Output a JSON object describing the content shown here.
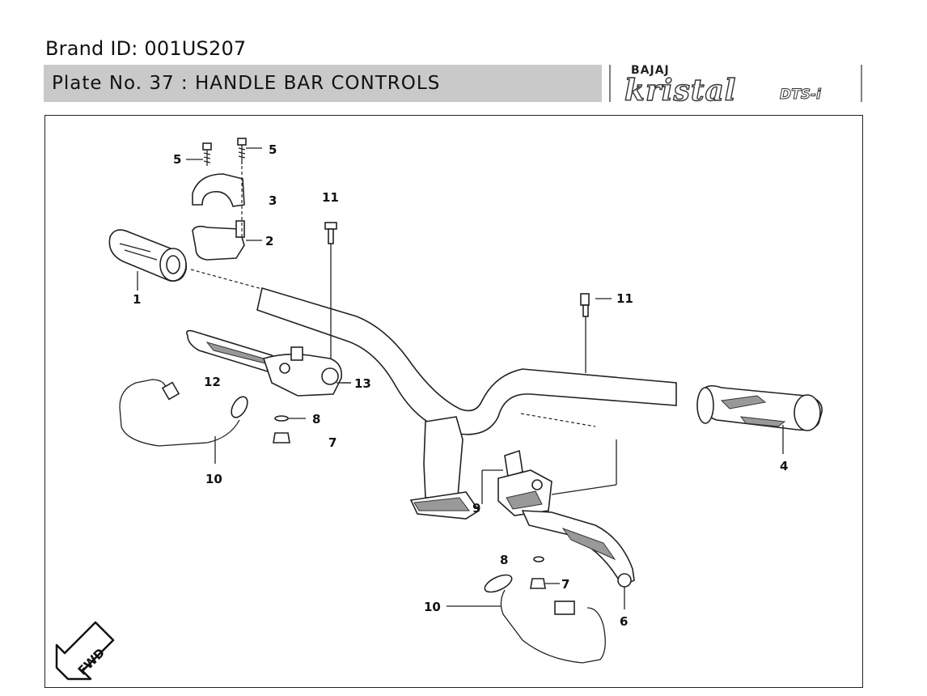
{
  "brand_id": "Brand ID: 001US207",
  "plate_title": "Plate No. 37  : HANDLE BAR CONTROLS",
  "logo": {
    "brand": "BAJAJ",
    "model": "kristal",
    "suffix": "DTS-i"
  },
  "fwd_label": "FWD",
  "callouts": [
    "1",
    "2",
    "3",
    "4",
    "5",
    "5",
    "6",
    "7",
    "7",
    "8",
    "8",
    "9",
    "10",
    "10",
    "11",
    "11",
    "12",
    "13"
  ],
  "colors": {
    "title_bar": "#c9c9c9",
    "line": "#222222",
    "background": "#ffffff"
  }
}
